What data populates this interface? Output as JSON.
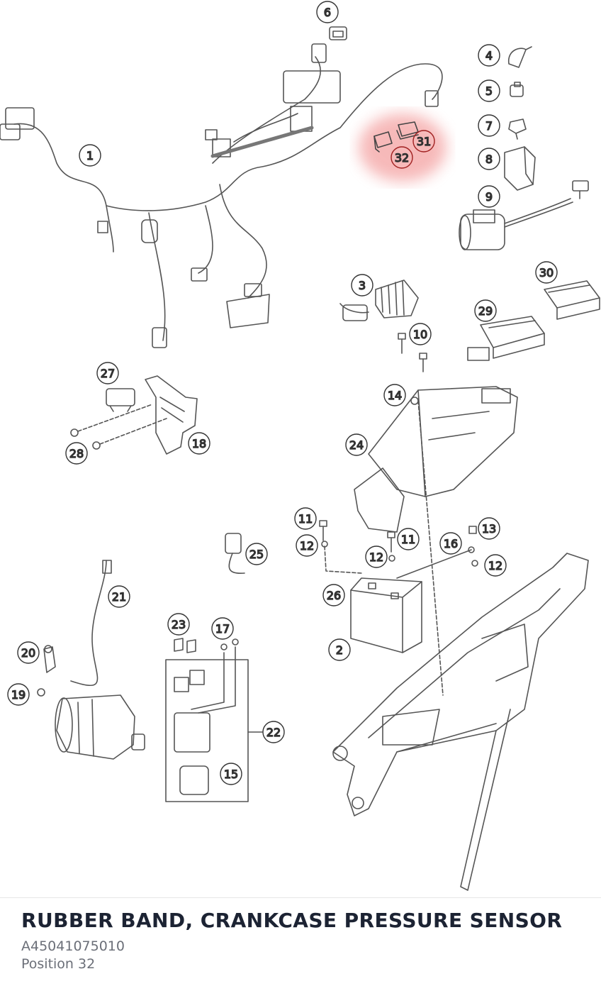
{
  "callouts": [
    {
      "id": "c1",
      "label": "1"
    },
    {
      "id": "c2",
      "label": "2"
    },
    {
      "id": "c3",
      "label": "3"
    },
    {
      "id": "c4",
      "label": "4"
    },
    {
      "id": "c5",
      "label": "5"
    },
    {
      "id": "c6",
      "label": "6"
    },
    {
      "id": "c7",
      "label": "7"
    },
    {
      "id": "c8",
      "label": "8"
    },
    {
      "id": "c9",
      "label": "9"
    },
    {
      "id": "c10",
      "label": "10"
    },
    {
      "id": "c11a",
      "label": "11"
    },
    {
      "id": "c11b",
      "label": "11"
    },
    {
      "id": "c12a",
      "label": "12"
    },
    {
      "id": "c12b",
      "label": "12"
    },
    {
      "id": "c12c",
      "label": "12"
    },
    {
      "id": "c13",
      "label": "13"
    },
    {
      "id": "c14",
      "label": "14"
    },
    {
      "id": "c15",
      "label": "15"
    },
    {
      "id": "c16",
      "label": "16"
    },
    {
      "id": "c17",
      "label": "17"
    },
    {
      "id": "c18",
      "label": "18"
    },
    {
      "id": "c19",
      "label": "19"
    },
    {
      "id": "c20",
      "label": "20"
    },
    {
      "id": "c21",
      "label": "21"
    },
    {
      "id": "c22",
      "label": "22"
    },
    {
      "id": "c23",
      "label": "23"
    },
    {
      "id": "c24",
      "label": "24"
    },
    {
      "id": "c25",
      "label": "25"
    },
    {
      "id": "c26",
      "label": "26"
    },
    {
      "id": "c27",
      "label": "27"
    },
    {
      "id": "c28",
      "label": "28"
    },
    {
      "id": "c29",
      "label": "29"
    },
    {
      "id": "c30",
      "label": "30"
    },
    {
      "id": "c31",
      "label": "31"
    },
    {
      "id": "c32",
      "label": "32"
    }
  ],
  "highlight": {
    "positions": [
      "31",
      "32"
    ],
    "color": "#f08080"
  },
  "part": {
    "title": "RUBBER BAND, CRANKCASE PRESSURE SENSOR",
    "number": "A45041075010",
    "position": "Position 32"
  },
  "colors": {
    "line": "#555555",
    "text": "#1c2333",
    "meta": "#6b6f78"
  }
}
